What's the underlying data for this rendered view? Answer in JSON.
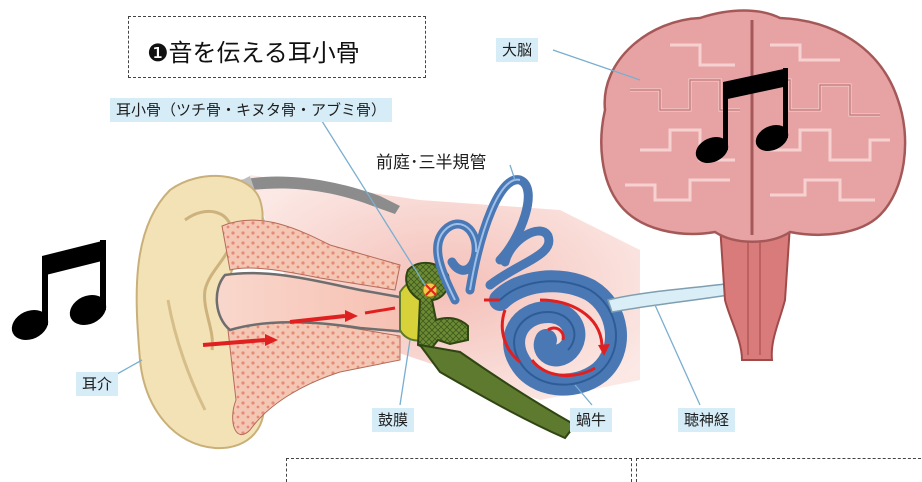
{
  "title": "❶音を伝える耳小骨",
  "labels": {
    "brain": "大脳",
    "ossicles": "耳小骨（ツチ骨・キヌタ骨・アブミ骨）",
    "vestibule": "前庭･三半規管",
    "pinna": "耳介",
    "eardrum": "鼓膜",
    "cochlea": "蝸牛",
    "auditory_nerve": "聴神経"
  },
  "colors": {
    "label_bg": "#d6ecf7",
    "skin": "#f3e2b6",
    "bone_tissue": "#f2b9a3",
    "cochlea": "#4a78b4",
    "ossicle": "#5d7a2e",
    "brain": "#e7a3a3",
    "arrow": "#e02020"
  },
  "icons": [
    "music-note-icon-left",
    "music-note-icon-brain"
  ]
}
